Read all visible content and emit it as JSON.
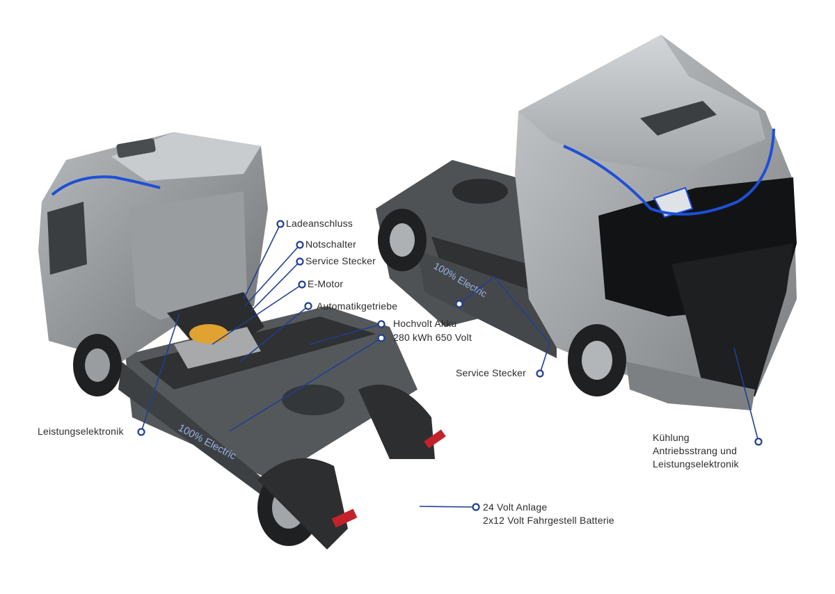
{
  "labels": {
    "ladeanschluss": "Ladeanschluss",
    "notschalter": "Notschalter",
    "service_stecker_left": "Service Stecker",
    "e_motor": "E-Motor",
    "automatikgetriebe": "Automatikgetriebe",
    "hochvolt_akku": "Hochvolt Akku",
    "akku_spec": "280 kWh 650 Volt",
    "leistungselektronik": "Leistungselektronik",
    "service_stecker_right": "Service Stecker",
    "kuehlung_line1": "Kühlung",
    "kuehlung_line2": "Antriebsstrang und",
    "kuehlung_line3": "Leistungselektronik",
    "anlage_line1": "24 Volt Anlage",
    "anlage_line2": "2x12 Volt Fahrgestell Batterie"
  },
  "side_text": {
    "left_truck": "100% Electric",
    "right_truck": "100% Electric"
  },
  "colors": {
    "leader": "#1f3f8f",
    "truck_body": "#8a8d90",
    "truck_dark": "#3a3c3f",
    "accent_stripe": "#1d4fd8"
  }
}
